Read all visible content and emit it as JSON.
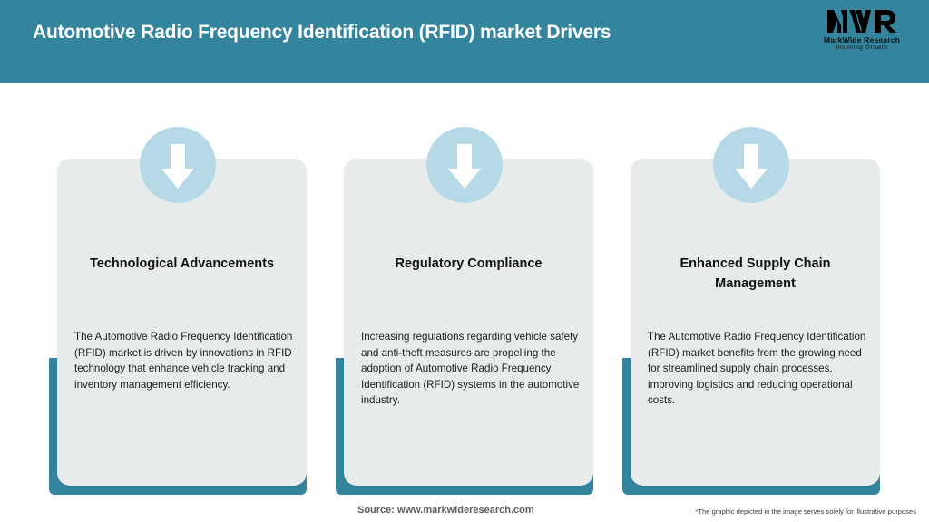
{
  "header": {
    "title": "Automotive Radio Frequency Identification (RFID) market Drivers",
    "background_color": "#33849c",
    "title_color": "#ffffff",
    "logo": {
      "mark": "MWR",
      "name": "MarkWide Research",
      "tagline": "Inspiring Growth"
    }
  },
  "cards": [
    {
      "icon": "down-arrow-icon",
      "heading": "Technological Advancements",
      "text": "The Automotive Radio Frequency Identification (RFID) market is driven by innovations in RFID technology that enhance vehicle tracking and inventory management efficiency."
    },
    {
      "icon": "down-arrow-icon",
      "heading": "Regulatory Compliance",
      "text": "Increasing regulations regarding vehicle safety and anti-theft measures are propelling the adoption of Automotive Radio Frequency Identification (RFID) systems in the automotive industry."
    },
    {
      "icon": "down-arrow-icon",
      "heading": "Enhanced Supply Chain Management",
      "text": "The Automotive Radio Frequency Identification (RFID) market benefits from the growing need for streamlined supply chain processes, improving logistics and reducing operational costs."
    }
  ],
  "footer": {
    "source": "Source: www.markwideresearch.com",
    "disclaimer": "*The graphic depicted in the image serves solely for illustrative purposes"
  },
  "colors": {
    "accent_teal": "#33849c",
    "card_gray": "#e8ebec",
    "icon_blue": "#b5d9e6"
  }
}
